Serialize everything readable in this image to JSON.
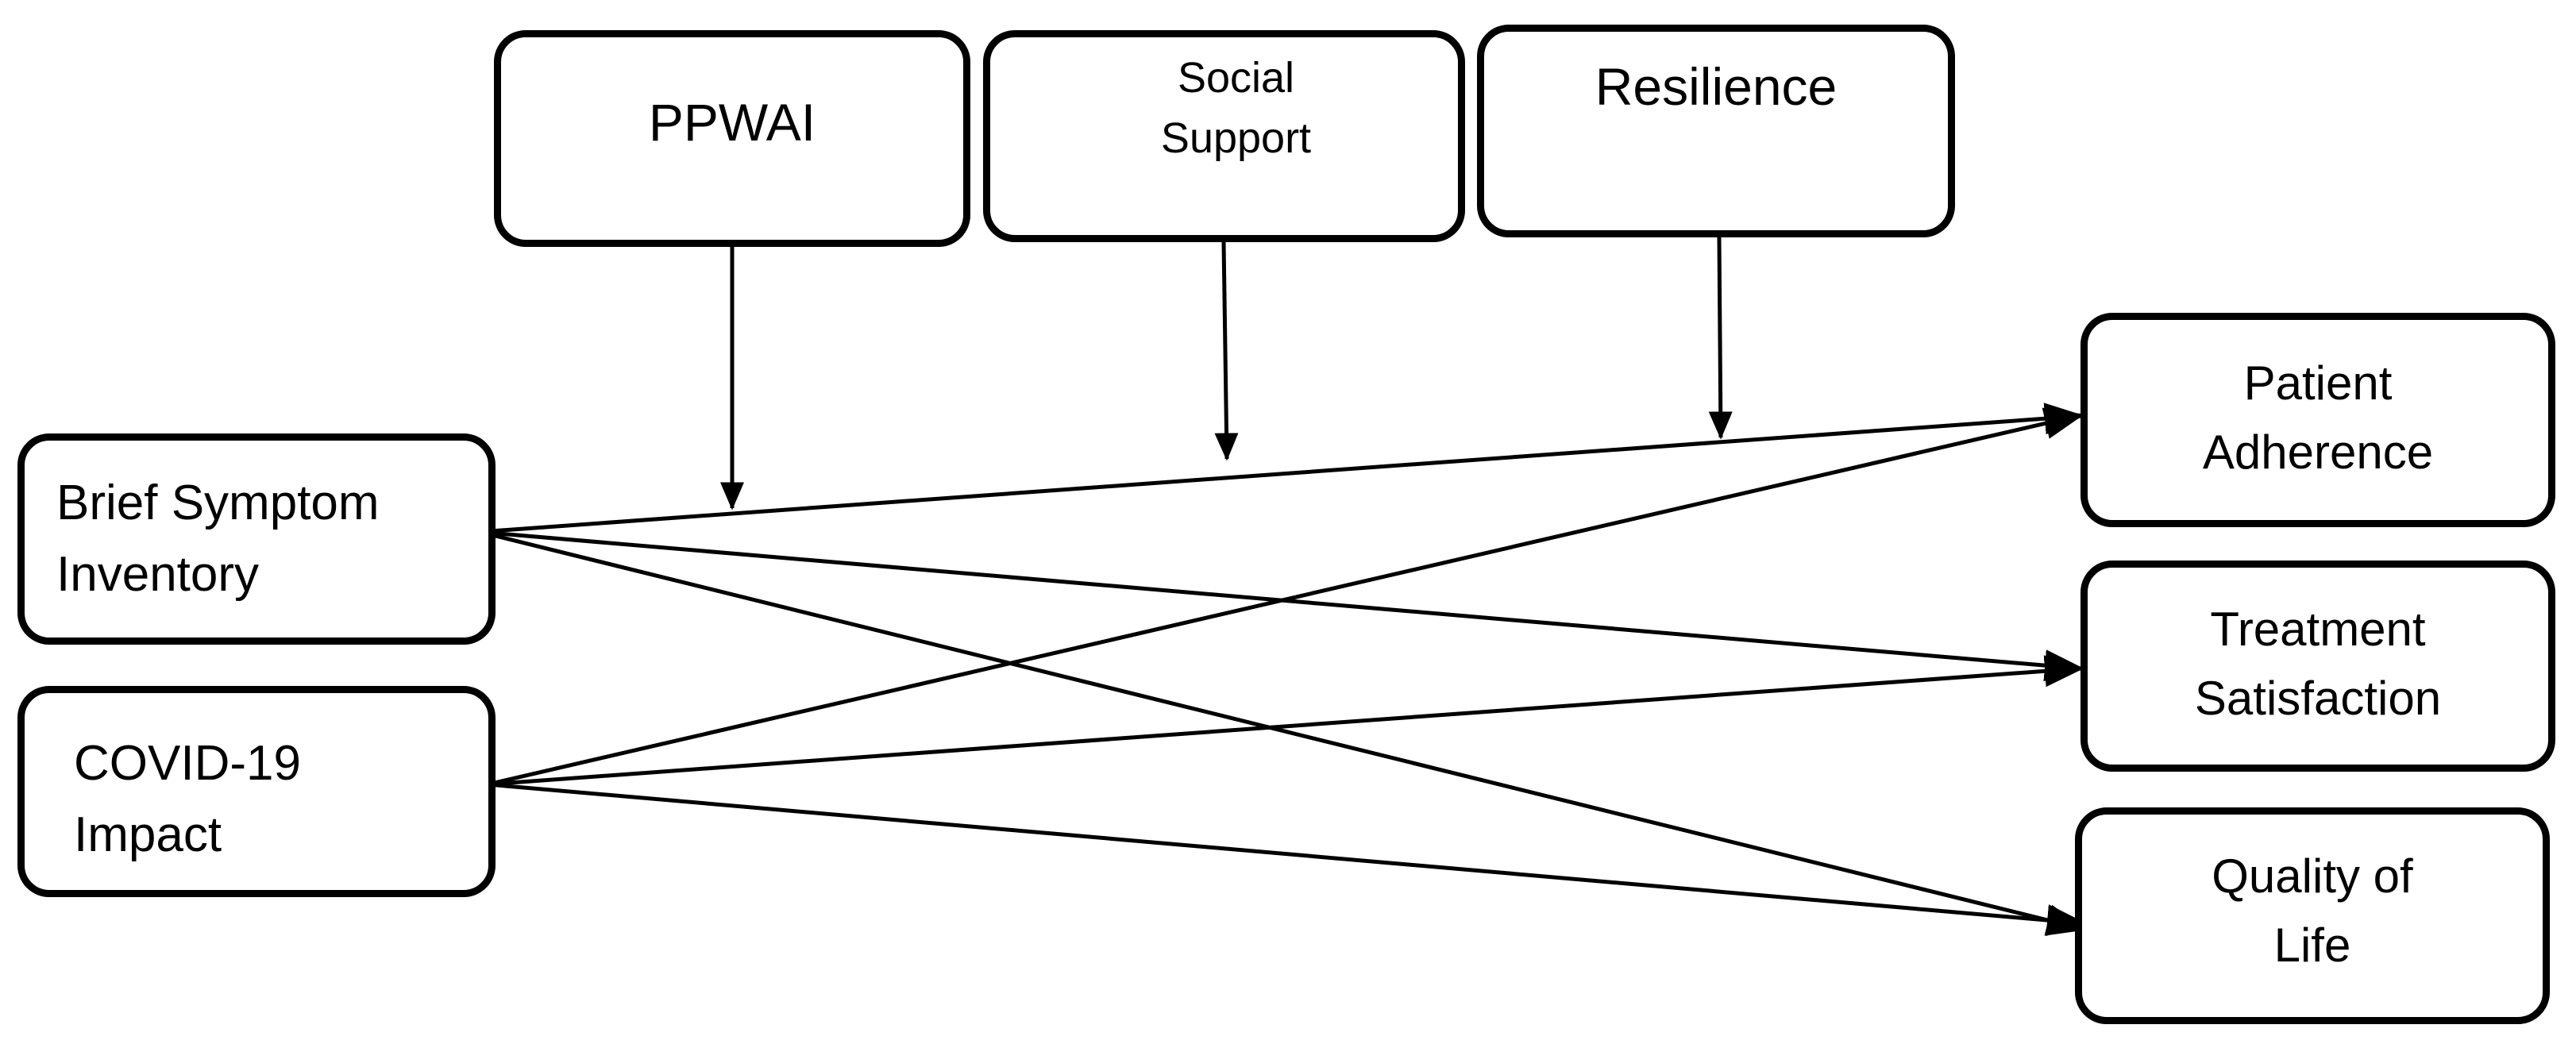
{
  "moderators": {
    "ppwai": {
      "label": "PPWAI"
    },
    "social_support": {
      "label": "Social\nSupport"
    },
    "resilience": {
      "label": "Resilience"
    }
  },
  "predictors": {
    "bsi": {
      "label": "Brief Symptom\nInventory"
    },
    "covid": {
      "label": "COVID-19\nImpact"
    }
  },
  "outcomes": {
    "adherence": {
      "label": "Patient\nAdherence"
    },
    "satisfaction": {
      "label": "Treatment\nSatisfaction"
    },
    "qol": {
      "label": "Quality of\nLife"
    }
  },
  "colors": {
    "stroke": "#000000",
    "background": "#ffffff"
  }
}
